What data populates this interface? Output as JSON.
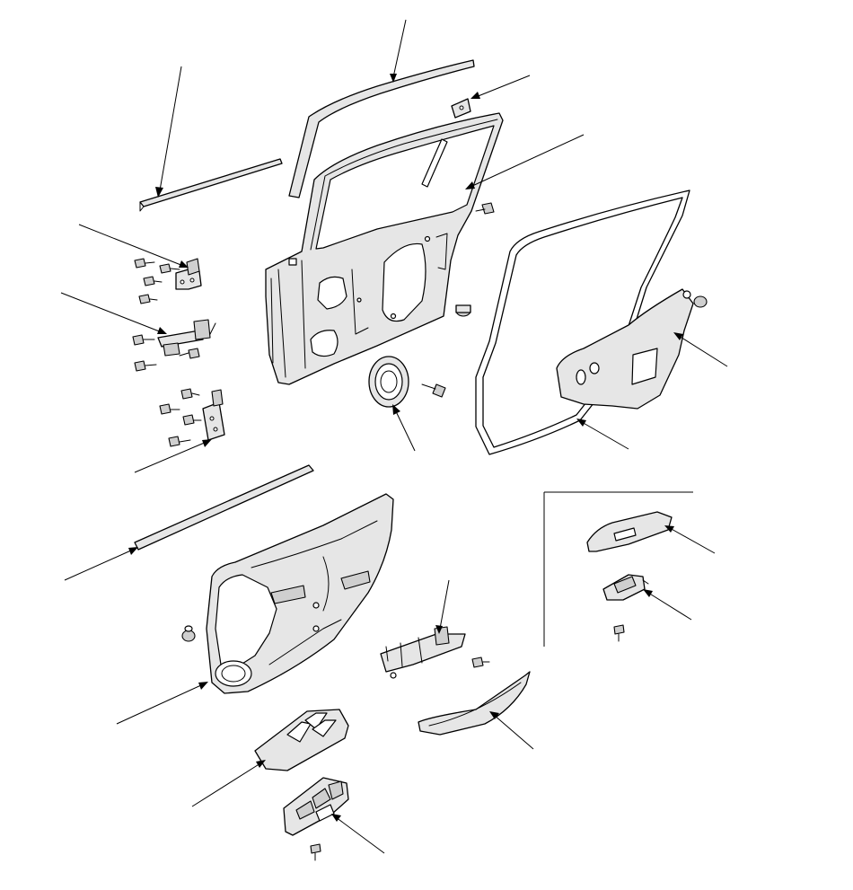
{
  "diagram": {
    "kind": "exploded parts diagram",
    "text_labels": [],
    "line_color": "#000000",
    "shade_color": "#e6e6e6",
    "background": "#ffffff"
  },
  "parts": [
    {
      "id": "window-frame-molding"
    },
    {
      "id": "belt-molding-outer"
    },
    {
      "id": "frame-clip"
    },
    {
      "id": "door-shell"
    },
    {
      "id": "door-weatherstrip"
    },
    {
      "id": "waterproof-sheet"
    },
    {
      "id": "upper-hinge"
    },
    {
      "id": "door-checker"
    },
    {
      "id": "lower-hinge"
    },
    {
      "id": "speaker-grommet"
    },
    {
      "id": "belt-molding-inner"
    },
    {
      "id": "door-trim-panel"
    },
    {
      "id": "power-window-bezel"
    },
    {
      "id": "power-window-master-switch"
    },
    {
      "id": "armrest-bracket"
    },
    {
      "id": "armrest-cover"
    },
    {
      "id": "inset-switch-bezel"
    },
    {
      "id": "inset-single-switch"
    }
  ]
}
